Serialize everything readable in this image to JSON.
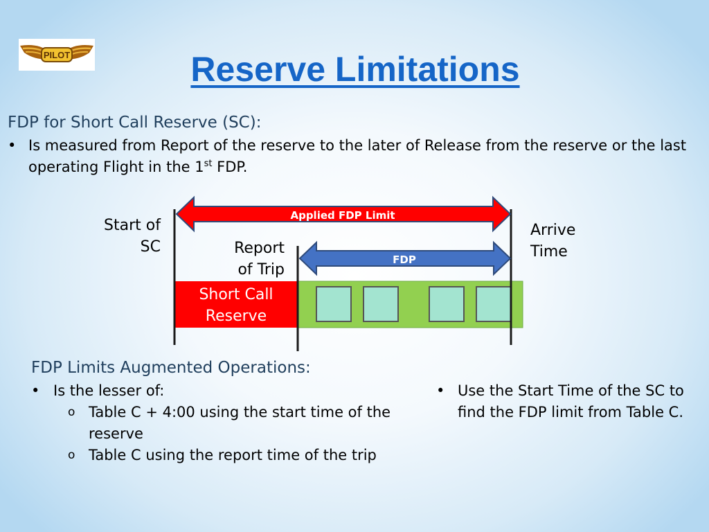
{
  "logo": {
    "text": "PILOT"
  },
  "title": "Reserve Limitations",
  "intro": {
    "heading": "FDP for Short Call Reserve (SC):",
    "bullet_main": "Is measured from Report of the reserve to the later of Release from the reserve or the last operating Flight in the 1",
    "bullet_sup": "st",
    "bullet_end": " FDP."
  },
  "diagram": {
    "applied_label": "Applied FDP Limit",
    "fdp_label": "FDP",
    "start_label_1": "Start of",
    "start_label_2": "SC",
    "report_label_1": "Report",
    "report_label_2": "of Trip",
    "arrive_label_1": "Arrive",
    "arrive_label_2": "Time",
    "scr_label_1": "Short Call",
    "scr_label_2": "Reserve",
    "flight_blocks": 4,
    "colors": {
      "red": "#ff0000",
      "blue": "#4472c4",
      "green": "#92d050",
      "teal": "#a3e4d0"
    }
  },
  "augmented": {
    "heading": "FDP Limits Augmented Operations:",
    "bullet": "Is the lesser of:",
    "sub1": "Table C + 4:00 using the start time of the reserve",
    "sub2": "Table C using the report time of the trip"
  },
  "right_note": "Use the Start Time of the SC to find the FDP limit from Table C."
}
